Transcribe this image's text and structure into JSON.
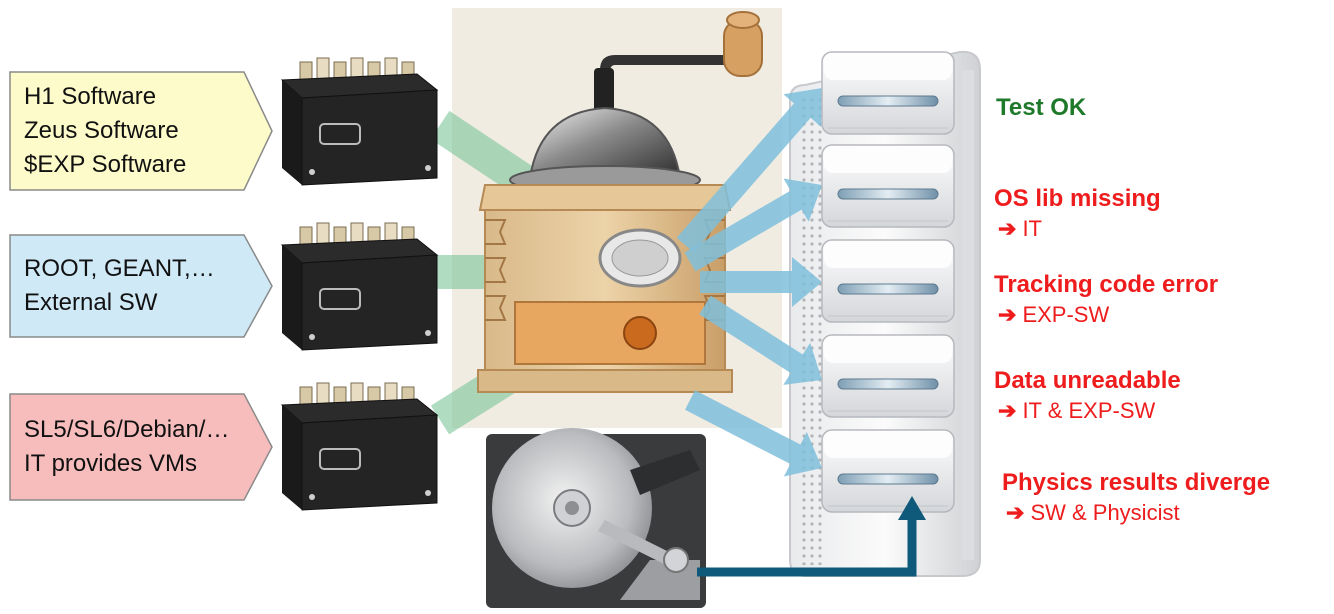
{
  "inputs": [
    {
      "lines": [
        "H1 Software",
        "Zeus Software",
        "$EXP Software"
      ],
      "color": "#fdfbc9"
    },
    {
      "lines": [
        "ROOT, GEANT,…",
        "External SW"
      ],
      "color": "#cfe9f7"
    },
    {
      "lines": [
        "SL5/SL6/Debian/…",
        "IT provides VMs"
      ],
      "color": "#f7bdbd"
    }
  ],
  "results": [
    {
      "title": "Test OK",
      "detail": "",
      "color": "#1e7a2a"
    },
    {
      "title": "OS lib missing",
      "detail": "IT",
      "color": "#ee1c1c"
    },
    {
      "title": "Tracking code error",
      "detail": "EXP-SW",
      "color": "#ee1c1c"
    },
    {
      "title": "Data unreadable",
      "detail": "IT & EXP-SW",
      "color": "#ee1c1c"
    },
    {
      "title": "Physics results diverge",
      "detail": "SW & Physicist",
      "color": "#ee1c1c"
    }
  ],
  "icons": {
    "input_box": "file-box-icon",
    "processor": "coffee-grinder-icon",
    "storage": "hard-disk-icon",
    "server": "mac-mini-icon",
    "rack": "server-rack-icon"
  },
  "colors": {
    "input_arrow": "#7cc49a",
    "output_arrow": "#7fbfdc",
    "storage_link": "#0f5a7a"
  }
}
